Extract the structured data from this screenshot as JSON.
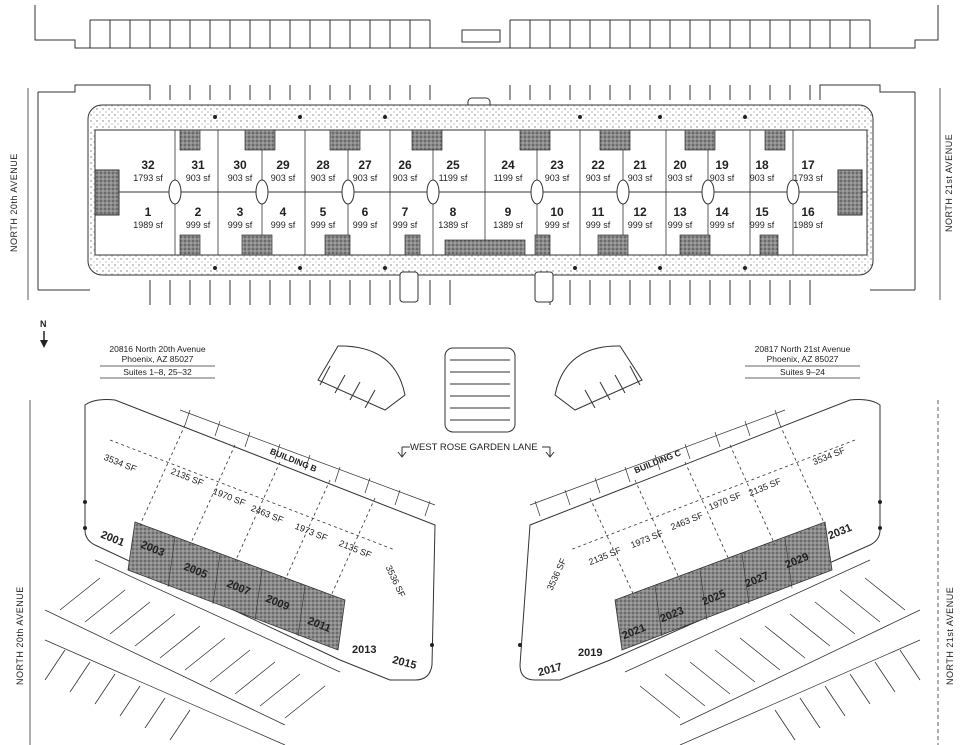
{
  "streets": {
    "north_20th_top": "NORTH 20th AVENUE",
    "north_21st_top": "NORTH 21st AVENUE",
    "north_20th_bottom": "NORTH 20th AVENUE",
    "north_21st_bottom": "NORTH 21st AVENUE",
    "west_rose_garden": "WEST ROSE GARDEN LANE"
  },
  "north_arrow": "N",
  "address_left": {
    "line1": "20816 North 20th Avenue",
    "line2": "Phoenix, AZ 85027",
    "suites": "Suites 1–8, 25–32"
  },
  "address_right": {
    "line1": "20817 North 21st Avenue",
    "line2": "Phoenix, AZ 85027",
    "suites": "Suites 9–24"
  },
  "top_units_upper": [
    {
      "n": "32",
      "sf": "1793 sf"
    },
    {
      "n": "31",
      "sf": "903 sf"
    },
    {
      "n": "30",
      "sf": "903 sf"
    },
    {
      "n": "29",
      "sf": "903 sf"
    },
    {
      "n": "28",
      "sf": "903 sf"
    },
    {
      "n": "27",
      "sf": "903 sf"
    },
    {
      "n": "26",
      "sf": "903 sf"
    },
    {
      "n": "25",
      "sf": "1199 sf"
    },
    {
      "n": "24",
      "sf": "1199 sf"
    },
    {
      "n": "23",
      "sf": "903 sf"
    },
    {
      "n": "22",
      "sf": "903 sf"
    },
    {
      "n": "21",
      "sf": "903 sf"
    },
    {
      "n": "20",
      "sf": "903 sf"
    },
    {
      "n": "19",
      "sf": "903 sf"
    },
    {
      "n": "18",
      "sf": "903 sf"
    },
    {
      "n": "17",
      "sf": "1793 sf"
    }
  ],
  "top_units_lower": [
    {
      "n": "1",
      "sf": "1989 sf"
    },
    {
      "n": "2",
      "sf": "999 sf"
    },
    {
      "n": "3",
      "sf": "999 sf"
    },
    {
      "n": "4",
      "sf": "999 sf"
    },
    {
      "n": "5",
      "sf": "999 sf"
    },
    {
      "n": "6",
      "sf": "999 sf"
    },
    {
      "n": "7",
      "sf": "999 sf"
    },
    {
      "n": "8",
      "sf": "1389 sf"
    },
    {
      "n": "9",
      "sf": "1389 sf"
    },
    {
      "n": "10",
      "sf": "999 sf"
    },
    {
      "n": "11",
      "sf": "999 sf"
    },
    {
      "n": "12",
      "sf": "999 sf"
    },
    {
      "n": "13",
      "sf": "999 sf"
    },
    {
      "n": "14",
      "sf": "999 sf"
    },
    {
      "n": "15",
      "sf": "999 sf"
    },
    {
      "n": "16",
      "sf": "1989 sf"
    }
  ],
  "building_b": {
    "name": "BUILDING B",
    "areas": [
      "3534 SF",
      "2135 SF",
      "1970 SF",
      "2463 SF",
      "1973 SF",
      "2135 SF",
      "3536 SF"
    ],
    "suites": [
      "2001",
      "2003",
      "2005",
      "2007",
      "2009",
      "2011",
      "2013",
      "2015"
    ]
  },
  "building_c": {
    "name": "BUILDING C",
    "areas": [
      "3536 SF",
      "2135 SF",
      "1973 SF",
      "2463 SF",
      "1970 SF",
      "2135 SF",
      "3534 SF"
    ],
    "suites": [
      "2017",
      "2019",
      "2021",
      "2023",
      "2025",
      "2027",
      "2029",
      "2031"
    ]
  }
}
